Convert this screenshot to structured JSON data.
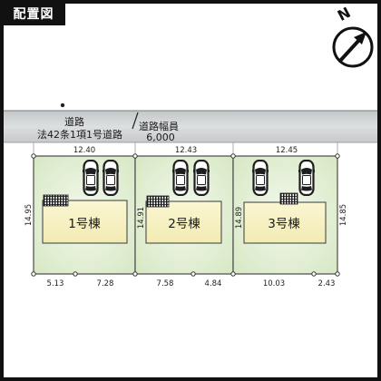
{
  "title": "配置図",
  "north": {
    "label": "N",
    "icon": "north-arrow-icon"
  },
  "road": {
    "name": "道路",
    "classification": "法42条1項1号道路",
    "width_label": "道路幅員",
    "width_value": "6,000"
  },
  "lots": [
    {
      "building": "1号棟",
      "frontage": "12.40",
      "depth_left": "14.95",
      "segments": [
        "5.13",
        "7.28"
      ],
      "parking_icons": [
        "car-icon",
        "car-icon"
      ]
    },
    {
      "building": "2号棟",
      "frontage": "12.43",
      "depth_left": "14.91",
      "segments": [
        "7.58",
        "4.84"
      ],
      "parking_icons": [
        "car-icon",
        "car-icon"
      ]
    },
    {
      "building": "3号棟",
      "frontage": "12.45",
      "depth_left": "14.89",
      "depth_right": "14.85",
      "segments": [
        "10.03",
        "2.43"
      ],
      "parking_icons": [
        "car-icon",
        "car-icon"
      ]
    }
  ],
  "icons": {
    "entrance": "entrance-hatch-icon",
    "boundary_marker": "boundary-point-icon"
  },
  "colors": {
    "frame": "#111111",
    "road": "#cfd3d4",
    "lot_fill": "#e6f1da",
    "building_fill": "#f7f2c4"
  }
}
